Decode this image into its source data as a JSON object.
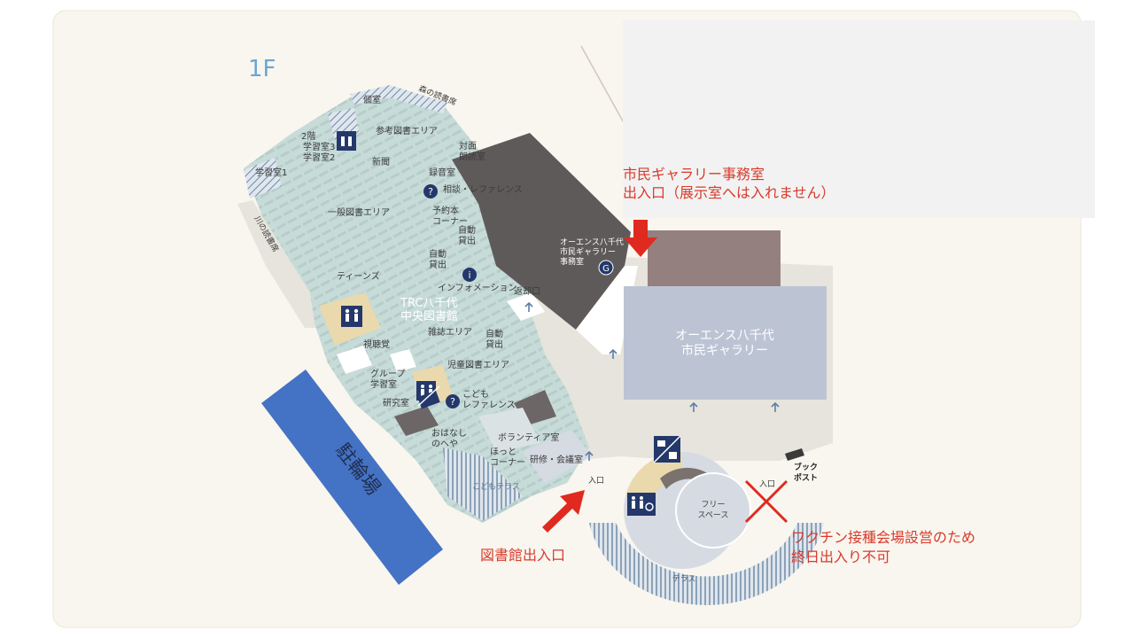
{
  "floor_label": "1F",
  "colors": {
    "background": "#f9f6ef",
    "library_floor": "#c7dbd8",
    "gallery": "#bcc4d4",
    "gallery_office": "#5f5a5a",
    "bike_parking": "#4472c4",
    "annotation_red": "#e02a1f"
  },
  "areas": {
    "private_room": "個室",
    "forest_reading_seats": "森の読書席",
    "river_reading_seats": "川の読書席",
    "reference_area": "参考図書エリア",
    "study_room_3_2f": "2階",
    "study_room_3": "学習室3",
    "study_room_2": "学習室2",
    "study_room_1": "学習室1",
    "newspapers": "新聞",
    "face_to_face_reading_1": "対面",
    "face_to_face_reading_2": "朗読室",
    "recording_room": "録音室",
    "consultation_reference": "相談・レファレンス",
    "general_books_area": "一般図書エリア",
    "reservation_corner_1": "予約本",
    "reservation_corner_2": "コーナー",
    "self_checkout_1": "自動",
    "self_checkout_2": "貸出",
    "self_checkout_b1": "自動",
    "self_checkout_b2": "貸出",
    "self_checkout_c1": "自動",
    "self_checkout_c2": "貸出",
    "teens": "ティーンズ",
    "information": "インフォメーション",
    "return_counter": "返却口",
    "library_name_1": "TRC八千代",
    "library_name_2": "中央図書館",
    "av_room": "視聴覚",
    "magazine_area": "雑誌エリア",
    "children_books_area": "児童図書エリア",
    "group_study_1": "グループ",
    "group_study_2": "学習室",
    "research_room": "研究室",
    "kids_reference_1": "こども",
    "kids_reference_2": "レファレンス",
    "story_room_1": "おはなし",
    "story_room_2": "のへや",
    "volunteer_room": "ボランティア室",
    "hotto_corner_1": "ほっと",
    "hotto_corner_2": "コーナー",
    "training_meeting_room": "研修・会議室",
    "kids_terrace": "こどもテラス",
    "gallery_office_1": "オーエンス八千代",
    "gallery_office_2": "市民ギャラリー",
    "gallery_office_3": "事務室",
    "gallery_1": "オーエンス八千代",
    "gallery_2": "市民ギャラリー",
    "free_space_1": "フリー",
    "free_space_2": "スペース",
    "terrace": "テラス",
    "entrance_library": "入口",
    "entrance_right": "入口",
    "book_post_1": "ブック",
    "book_post_2": "ポスト",
    "bike_parking": "駐輪場"
  },
  "icons": {
    "elevator": "elevator-icon",
    "restroom": "restroom-icon",
    "accessible_restroom": "accessible-restroom-icon",
    "baby_room": "baby-room-icon",
    "reference_desk": "question-icon",
    "information_desk": "info-icon",
    "gallery_marker": "G"
  },
  "annotations": {
    "gallery_office_entrance_line1": "市民ギャラリー事務室",
    "gallery_office_entrance_line2": "出入口（展示室へは入れません）",
    "library_entrance": "図書館出入口",
    "closed_entrance_line1": "ワクチン接種会場設営のため",
    "closed_entrance_line2": "終日出入り不可"
  }
}
